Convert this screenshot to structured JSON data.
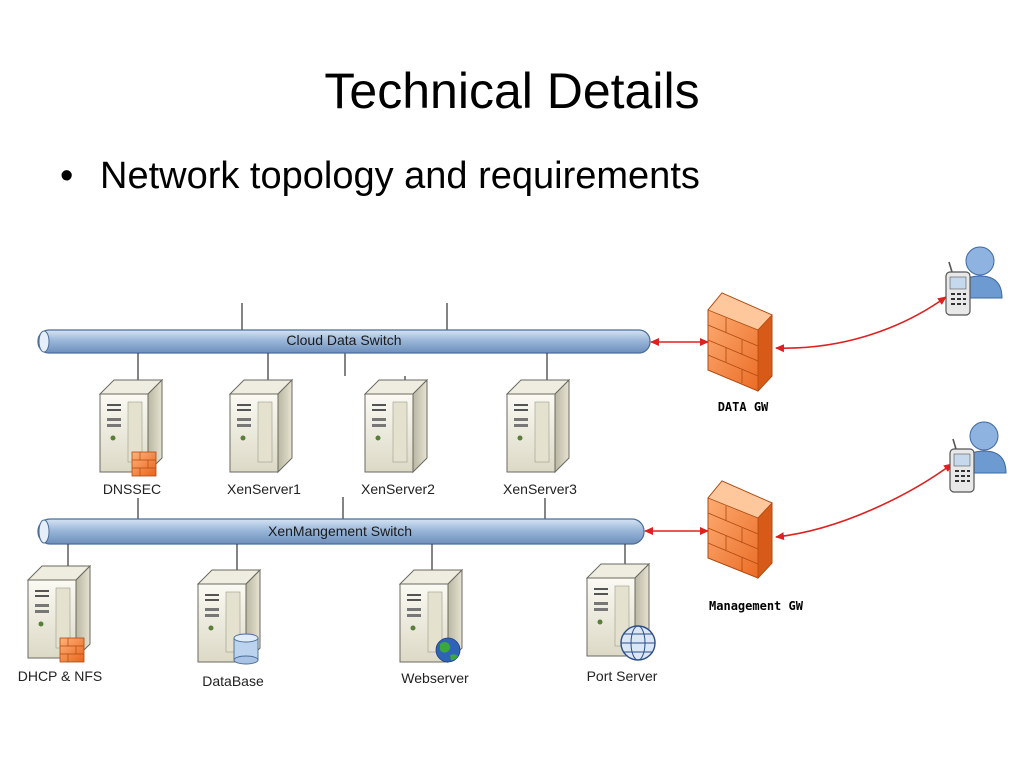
{
  "slide": {
    "title": "Technical Details",
    "bullet": "Network topology and requirements"
  },
  "diagram": {
    "switches": {
      "cloud": "Cloud Data Switch",
      "mgmt": "XenMangement Switch"
    },
    "servers_top": {
      "dnssec": "DNSSEC",
      "xen1": "XenServer1",
      "xen2": "XenServer2",
      "xen3": "XenServer3"
    },
    "servers_bottom": {
      "dhcp": "DHCP & NFS",
      "database": "DataBase",
      "webserver": "Webserver",
      "port": "Port Server"
    },
    "gateways": {
      "data": "DATA GW",
      "mgmt": "Management GW"
    },
    "colors": {
      "bus": "#9bb7d9",
      "firewall": "#f07a2c",
      "link": "#e02020"
    }
  }
}
